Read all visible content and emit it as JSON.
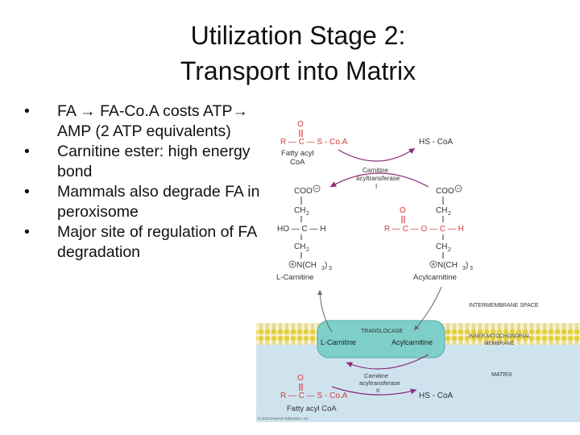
{
  "slide": {
    "title_line1": "Utilization Stage 2:",
    "title_line2": "Transport into Matrix",
    "bullets": [
      "FA → FA-Co.A costs ATP→ AMP (2 ATP equivalents)",
      "Carnitine ester: high energy bond",
      "Mammals also degrade FA in peroxisome",
      "Major site of regulation of FA degradation"
    ]
  },
  "diagram": {
    "colors": {
      "red": "#d43b3b",
      "arrow": "#8a2a7a",
      "membrane_head": "#e3cf3d",
      "matrix": "#cfe3ef",
      "translocase": "#7fcfc9"
    },
    "top_fatty_acyl_formula": "R — C — S - Co.A",
    "top_fatty_acyl_label_1": "Fatty acyl",
    "top_fatty_acyl_label_2": "CoA",
    "top_hs_coa": "HS - CoA",
    "cat1_line1": "Carnitine",
    "cat1_line2": "acyltransferase",
    "cat1_line3": "I",
    "coo": "COO",
    "ch2": "CH",
    "ho_c_h": "HO — C — H",
    "ester_left": "R — C — O — C — H",
    "n_ch3": "N(CH",
    "l_carnitine": "L-Carnitine",
    "acylcarnitine": "Acylcarnitine",
    "intermembrane_space": "INTERMEMBRANE SPACE",
    "translocase": "TRANSLOCASE",
    "translocase_left": "L-Carnitine",
    "translocase_right": "Acylcarnitine",
    "inner_membrane_1": "INNER MITOCHONDRIAL",
    "inner_membrane_2": "MEMBRANE",
    "matrix": "MATRIX",
    "cat2_line1": "Carnitine",
    "cat2_line2": "acyltransferase",
    "cat2_line3": "II",
    "bottom_hs_coa": "HS - CoA",
    "bottom_fatty_acyl": "Fatty acyl CoA",
    "copyright": "© 2013 Pearson Education, Inc."
  }
}
